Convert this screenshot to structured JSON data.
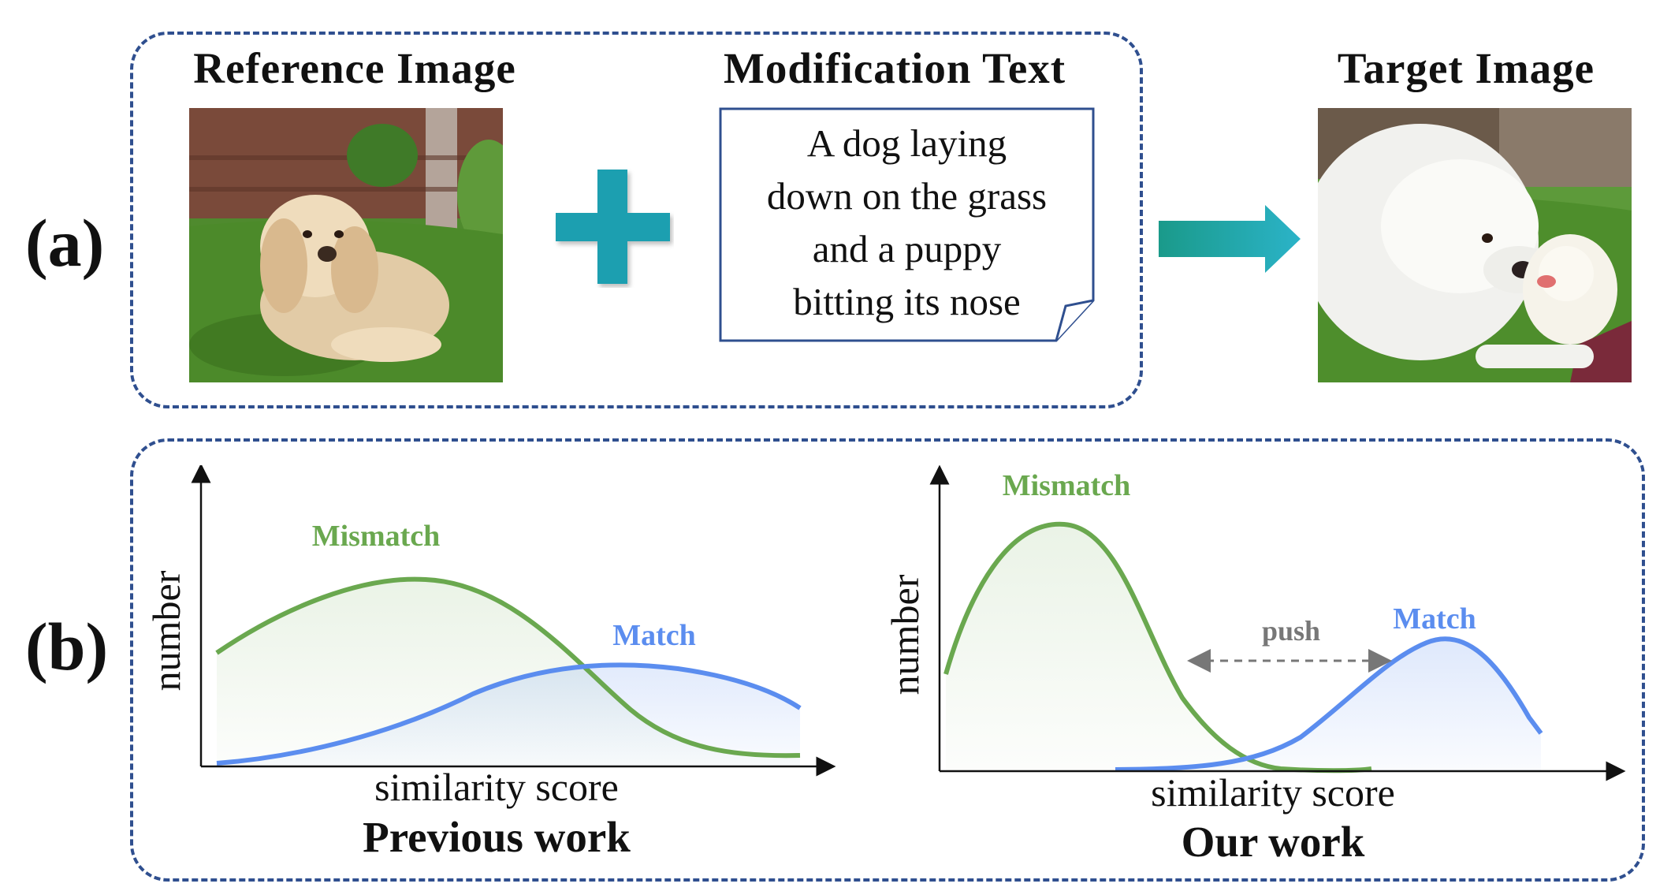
{
  "panel_a": {
    "label": "(a)",
    "reference_header": "Reference Image",
    "modification_header": "Modification Text",
    "target_header": "Target Image",
    "modification_text": [
      "A dog laying",
      "down on the grass",
      "and a puppy",
      "bitting its nose"
    ],
    "reference_photo_icon": "cocker-spaniel-lying-on-grass-photo",
    "target_photo_icon": "white-dog-and-puppy-on-grass-photo",
    "plus_icon": "plus-icon",
    "arrow_icon": "right-arrow-icon"
  },
  "panel_b": {
    "label": "(b)",
    "left": {
      "caption": "Previous work",
      "xlabel": "similarity score",
      "ylabel": "number",
      "mismatch_label": "Mismatch",
      "match_label": "Match"
    },
    "right": {
      "caption": "Our work",
      "xlabel": "similarity score",
      "ylabel": "number",
      "mismatch_label": "Mismatch",
      "match_label": "Match",
      "push_label": "push"
    }
  },
  "colors": {
    "frame": "#2f4f8f",
    "mismatch": "#6aa84f",
    "match": "#5b8def",
    "teal": "#1a9fb0",
    "push": "#777777"
  }
}
